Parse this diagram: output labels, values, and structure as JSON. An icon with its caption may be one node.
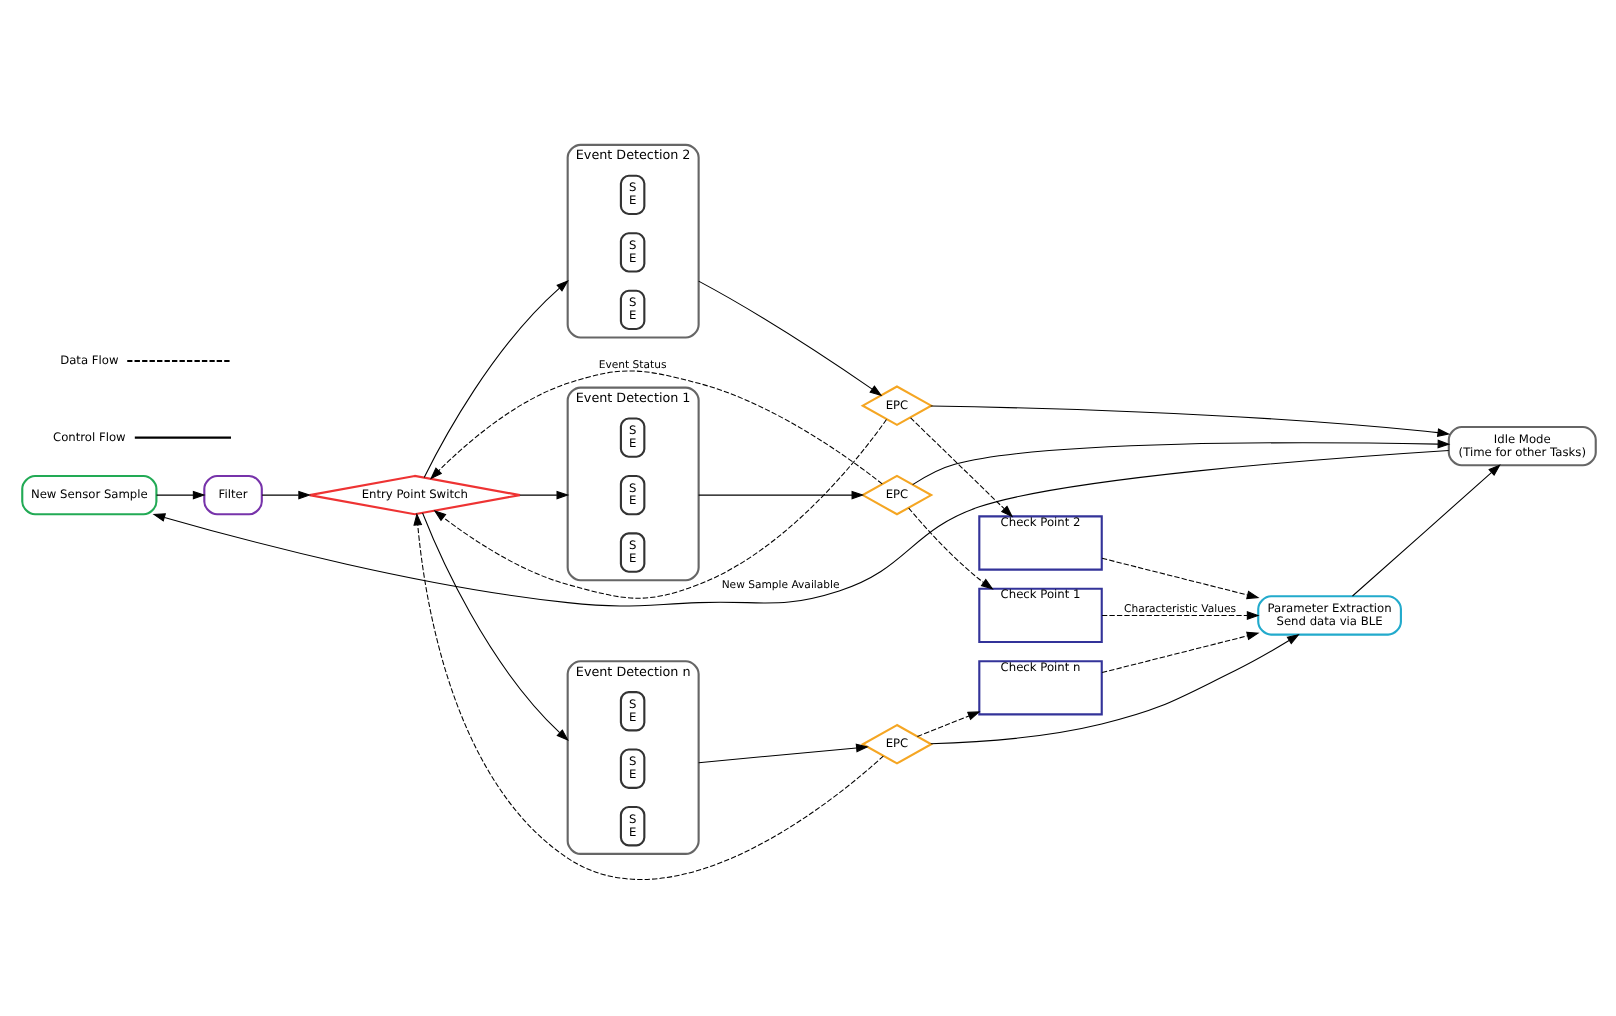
{
  "diagram": {
    "nodes": [
      {
        "text": [
          "New Sensor Sample"
        ]
      },
      {
        "text": [
          "Filter"
        ]
      },
      {
        "text": [
          "Entry Point Switch"
        ]
      },
      {
        "text": [
          "Event Detection 1"
        ]
      },
      {
        "text": [
          "S",
          "E"
        ],
        "in": 3
      },
      {
        "text": [
          "S",
          "E"
        ],
        "in": 3
      },
      {
        "text": [
          "S",
          "E"
        ],
        "in": 3
      },
      {
        "text": [
          "Event Detection 2"
        ]
      },
      {
        "text": [
          "S",
          "E"
        ],
        "in": 7
      },
      {
        "text": [
          "S",
          "E"
        ],
        "in": 7
      },
      {
        "text": [
          "S",
          "E"
        ],
        "in": 7
      },
      {
        "text": [
          "Event Detection n"
        ]
      },
      {
        "text": [
          "S",
          "E"
        ],
        "in": 11
      },
      {
        "text": [
          "S",
          "E"
        ],
        "in": 11
      },
      {
        "text": [
          "S",
          "E"
        ],
        "in": 11
      },
      {
        "text": [
          "EPC"
        ]
      },
      {
        "text": [
          "Check Point 1"
        ]
      },
      {
        "text": [
          "EPC"
        ]
      },
      {
        "text": [
          "Check Point 2"
        ]
      },
      {
        "text": [
          "EPC"
        ]
      },
      {
        "text": [
          "Check Point n"
        ]
      },
      {
        "text": [
          "Idle Mode",
          "(Time for other Tasks)"
        ]
      },
      {
        "text": [
          "Parameter Extraction",
          "Send data via BLE"
        ]
      }
    ],
    "edges": [
      {
        "from": 0,
        "to": 1,
        "arrow": "to"
      },
      {
        "from": 1,
        "to": 2,
        "arrow": "to"
      },
      {
        "from": 2,
        "to": 3,
        "arrow": "to"
      },
      {
        "from": 2,
        "to": 7,
        "arrow": "to"
      },
      {
        "from": 2,
        "to": 11,
        "arrow": "to"
      },
      {
        "from": 3,
        "to": 15,
        "arrow": "to"
      },
      {
        "from": 7,
        "to": 17,
        "arrow": "to"
      },
      {
        "from": 11,
        "to": 19,
        "arrow": "to"
      },
      {
        "from": 15,
        "to": 16,
        "arrow": "to",
        "style": "dashed"
      },
      {
        "from": 17,
        "to": 18,
        "arrow": "to",
        "style": "dashed"
      },
      {
        "from": 19,
        "to": 20,
        "arrow": "to",
        "style": "dashed"
      },
      {
        "from": 15,
        "to": 2,
        "arrow": "to",
        "style": "dashed",
        "label": "Event Status"
      },
      {
        "from": 17,
        "to": 2,
        "arrow": "to",
        "style": "dashed"
      },
      {
        "from": 19,
        "to": 2,
        "arrow": "to",
        "style": "dashed"
      },
      {
        "from": 15,
        "to": 21,
        "arrow": "to"
      },
      {
        "from": 17,
        "to": 21,
        "arrow": "to"
      },
      {
        "from": 19,
        "to": 22,
        "arrow": "to"
      },
      {
        "from": 16,
        "to": 22,
        "arrow": "to",
        "style": "dashed",
        "label": "Characteristic Values"
      },
      {
        "from": 18,
        "to": 22,
        "arrow": "to",
        "style": "dashed"
      },
      {
        "from": 20,
        "to": 22,
        "arrow": "to",
        "style": "dashed"
      },
      {
        "from": 22,
        "to": 21,
        "arrow": "to"
      },
      {
        "from": 21,
        "to": 0,
        "arrow": "to",
        "label": "New Sample Available"
      }
    ],
    "legend": [
      {
        "text": "Data Flow"
      },
      {
        "text": "Control Flow"
      }
    ]
  }
}
